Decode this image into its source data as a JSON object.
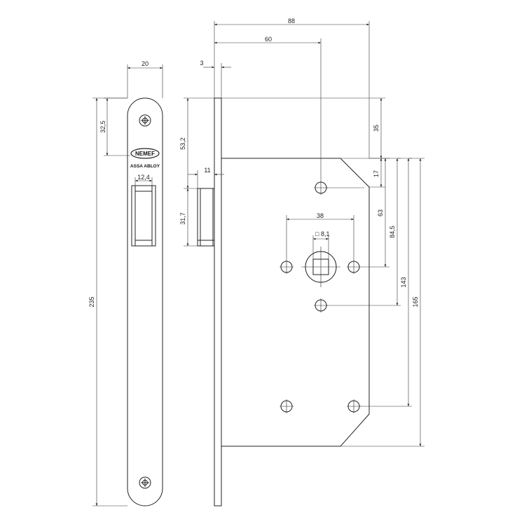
{
  "drawing": {
    "brand_name": "NEMEF",
    "brand_sub": "ASSA ABLOY",
    "square_symbol": "□",
    "dimensions": {
      "faceplate_width": "20",
      "faceplate_height": "235",
      "top_hole_offset": "32,5",
      "latch_width": "12,4",
      "plate_thickness": "3",
      "overall_depth": "88",
      "backset": "60",
      "latch_top": "53,2",
      "latch_projection": "11",
      "latch_height": "31,7",
      "spindle_square": "8,1",
      "hole_spacing_38": "38",
      "case_top": "35",
      "case_chamfer": "17",
      "spindle_to_hole": "63",
      "hole_84": "84,5",
      "hole_143": "143",
      "case_height": "165"
    }
  }
}
